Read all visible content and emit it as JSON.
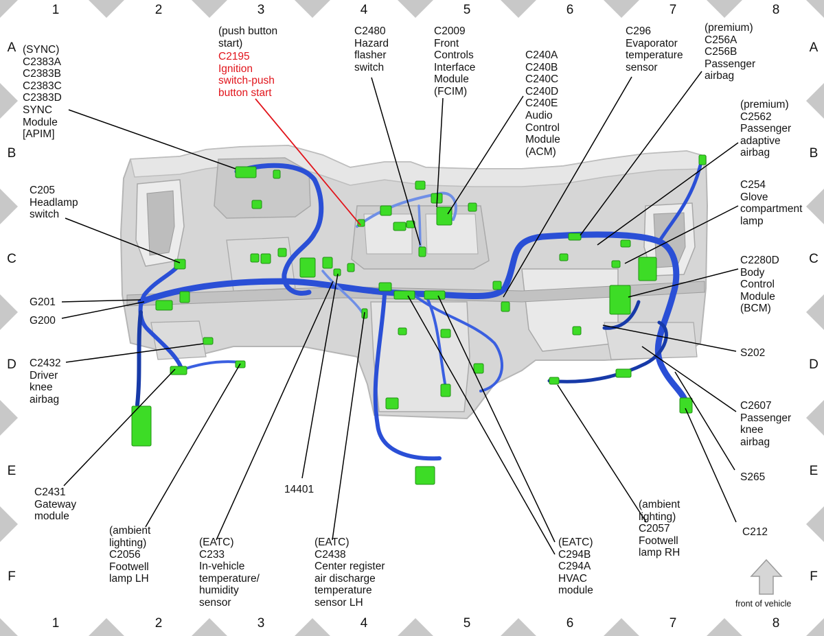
{
  "grid": {
    "columns": [
      "1",
      "2",
      "3",
      "4",
      "5",
      "6",
      "7",
      "8"
    ],
    "rows": [
      "A",
      "B",
      "C",
      "D",
      "E",
      "F"
    ]
  },
  "colors": {
    "harness": "#2a4fd6",
    "harness_dark": "#173aa8",
    "harness_light": "#6f8fe6",
    "connector": "#3ddc26",
    "panel": "#d4d4d4",
    "panel_edge": "#b8b8b8",
    "highlight_label": "#e1141b",
    "frame_marker": "#c8c8c8"
  },
  "labels": {
    "sync_module": "(SYNC)\nC2383A\nC2383B\nC2383C\nC2383D\nSYNC\nModule\n[APIM]",
    "push_button_qualifier": "(push button\nstart)",
    "ignition_switch": "C2195\nIgnition\nswitch-push\nbutton start",
    "hazard_switch": "C2480\nHazard\nflasher\nswitch",
    "fcim": "C2009\nFront\nControls\nInterface\nModule\n(FCIM)",
    "acm": "C240A\nC240B\nC240C\nC240D\nC240E\nAudio\nControl\nModule\n(ACM)",
    "evap_sensor": "C296\nEvaporator\ntemperature\nsensor",
    "passenger_airbag": "(premium)\nC256A\nC256B\nPassenger\nairbag",
    "adaptive_airbag": "(premium)\nC2562\nPassenger\nadaptive\nairbag",
    "headlamp_switch": "C205\nHeadlamp\nswitch",
    "glove_lamp": "C254\nGlove\ncompartment\nlamp",
    "bcm": "C2280D\nBody\nControl\nModule\n(BCM)",
    "g201": "G201",
    "g200": "G200",
    "s202": "S202",
    "driver_knee": "C2432\nDriver\nknee\nairbag",
    "passenger_knee": "C2607\nPassenger\nknee\nairbag",
    "gateway": "C2431\nGateway\nmodule",
    "s265": "S265",
    "p14401": "14401",
    "footwell_rh": "(ambient\nlighting)\nC2057\nFootwell\nlamp RH",
    "c212": "C212",
    "footwell_lh": "(ambient\nlighting)\nC2056\nFootwell\nlamp LH",
    "invehicle_sensor": "(EATC)\nC233\nIn-vehicle\ntemperature/\nhumidity\nsensor",
    "center_register": "(EATC)\nC2438\nCenter register\nair discharge\ntemperature\nsensor LH",
    "hvac": "(EATC)\nC294B\nC294A\nHVAC\nmodule",
    "front_of_vehicle": "front of vehicle"
  }
}
